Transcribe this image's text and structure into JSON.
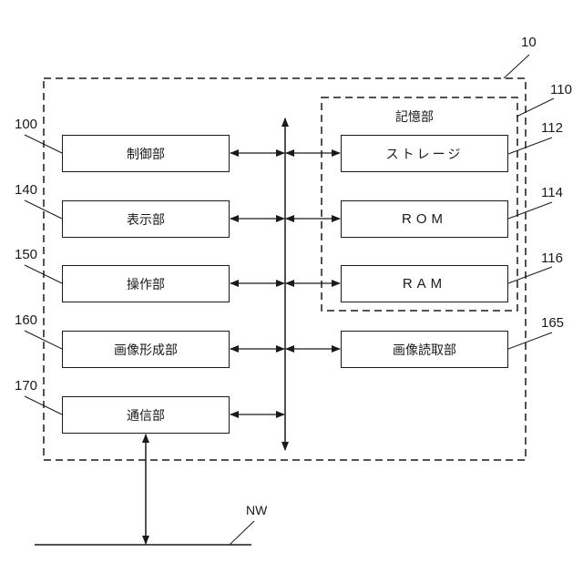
{
  "diagram": {
    "device": {
      "ref": "10"
    },
    "memory_group": {
      "ref": "110",
      "title": "記憶部"
    },
    "left_blocks": [
      {
        "ref": "100",
        "label": "制御部"
      },
      {
        "ref": "140",
        "label": "表示部"
      },
      {
        "ref": "150",
        "label": "操作部"
      },
      {
        "ref": "160",
        "label": "画像形成部"
      },
      {
        "ref": "170",
        "label": "通信部"
      }
    ],
    "right_blocks": [
      {
        "ref": "112",
        "label": "ストレージ"
      },
      {
        "ref": "114",
        "label": "ROM"
      },
      {
        "ref": "116",
        "label": "RAM"
      },
      {
        "ref": "165",
        "label": "画像読取部"
      }
    ],
    "network": {
      "label": "NW"
    }
  }
}
